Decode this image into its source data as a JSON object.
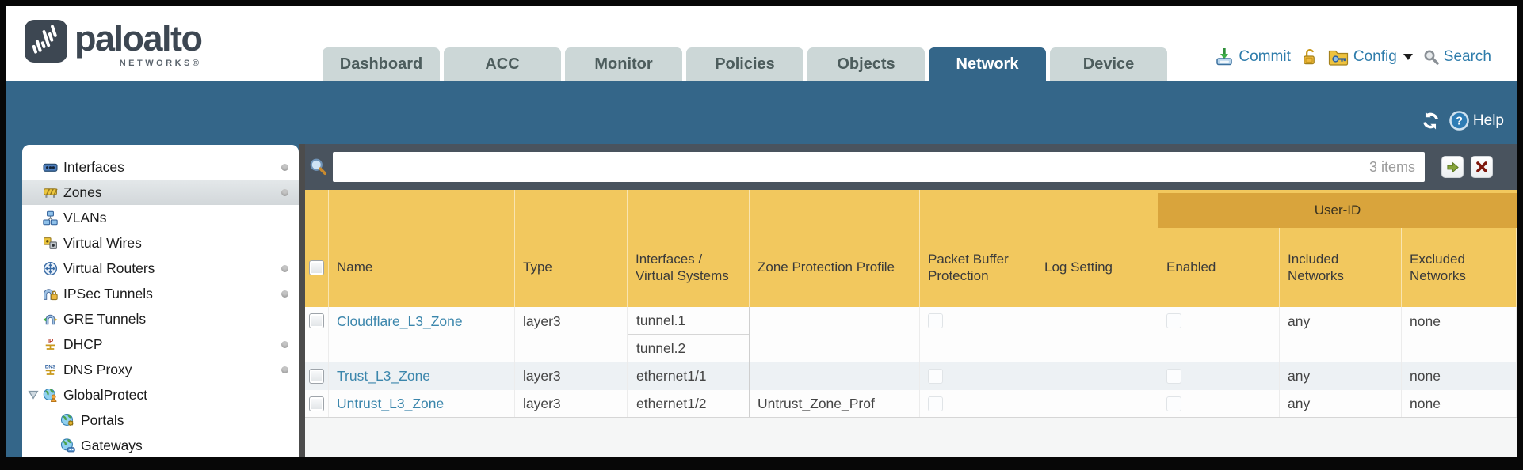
{
  "header": {
    "logo": {
      "brand": "paloalto",
      "subtitle": "NETWORKS®"
    },
    "tabs": [
      {
        "label": "Dashboard"
      },
      {
        "label": "ACC"
      },
      {
        "label": "Monitor"
      },
      {
        "label": "Policies"
      },
      {
        "label": "Objects"
      },
      {
        "label": "Network",
        "active": true
      },
      {
        "label": "Device"
      }
    ],
    "actions": {
      "commit": "Commit",
      "config": "Config",
      "search": "Search"
    }
  },
  "subheader": {
    "help": "Help"
  },
  "toolbar": {
    "search_value": "",
    "items_count": "3 items"
  },
  "sidebar": {
    "items": [
      {
        "label": "Interfaces",
        "icon": "interfaces-icon",
        "status_dot": true
      },
      {
        "label": "Zones",
        "icon": "zones-icon",
        "status_dot": true,
        "selected": true
      },
      {
        "label": "VLANs",
        "icon": "vlans-icon",
        "status_dot": false
      },
      {
        "label": "Virtual Wires",
        "icon": "virtual-wires-icon",
        "status_dot": false
      },
      {
        "label": "Virtual Routers",
        "icon": "virtual-routers-icon",
        "status_dot": true
      },
      {
        "label": "IPSec Tunnels",
        "icon": "ipsec-tunnels-icon",
        "status_dot": true
      },
      {
        "label": "GRE Tunnels",
        "icon": "gre-tunnels-icon",
        "status_dot": false
      },
      {
        "label": "DHCP",
        "icon": "dhcp-icon",
        "status_dot": true
      },
      {
        "label": "DNS Proxy",
        "icon": "dns-proxy-icon",
        "status_dot": true
      },
      {
        "label": "GlobalProtect",
        "icon": "globalprotect-icon",
        "status_dot": false,
        "expanded": true
      },
      {
        "label": "Portals",
        "icon": "portals-icon",
        "status_dot": false,
        "child": true
      },
      {
        "label": "Gateways",
        "icon": "gateways-icon",
        "status_dot": false,
        "child": true
      }
    ]
  },
  "table": {
    "group_header": "User-ID",
    "columns": [
      "Name",
      "Type",
      "Interfaces / Virtual Systems",
      "Zone Protection Profile",
      "Packet Buffer Protection",
      "Log Setting",
      "Enabled",
      "Included Networks",
      "Excluded Networks"
    ],
    "rows": [
      {
        "name": "Cloudflare_L3_Zone",
        "type": "layer3",
        "interfaces": [
          "tunnel.1",
          "tunnel.2"
        ],
        "zone_protection_profile": "",
        "log_setting": "",
        "packet_buffer_protection_checked": false,
        "user_id_enabled_checked": false,
        "included_networks": "any",
        "excluded_networks": "none"
      },
      {
        "name": "Trust_L3_Zone",
        "type": "layer3",
        "interfaces": [
          "ethernet1/1"
        ],
        "zone_protection_profile": "",
        "log_setting": "",
        "packet_buffer_protection_checked": false,
        "user_id_enabled_checked": false,
        "included_networks": "any",
        "excluded_networks": "none"
      },
      {
        "name": "Untrust_L3_Zone",
        "type": "layer3",
        "interfaces": [
          "ethernet1/2"
        ],
        "zone_protection_profile": "Untrust_Zone_Prof",
        "log_setting": "",
        "packet_buffer_protection_checked": false,
        "user_id_enabled_checked": false,
        "included_networks": "any",
        "excluded_networks": "none"
      }
    ]
  },
  "colors": {
    "teal_band": "#346689",
    "active_tab": "#346689",
    "header_yellow": "#f2c85e",
    "user_id_band": "#d9a43c",
    "toolbar_slate": "#49535e",
    "link_blue": "#3b86ac",
    "tab_gray": "#ccd7d7"
  }
}
